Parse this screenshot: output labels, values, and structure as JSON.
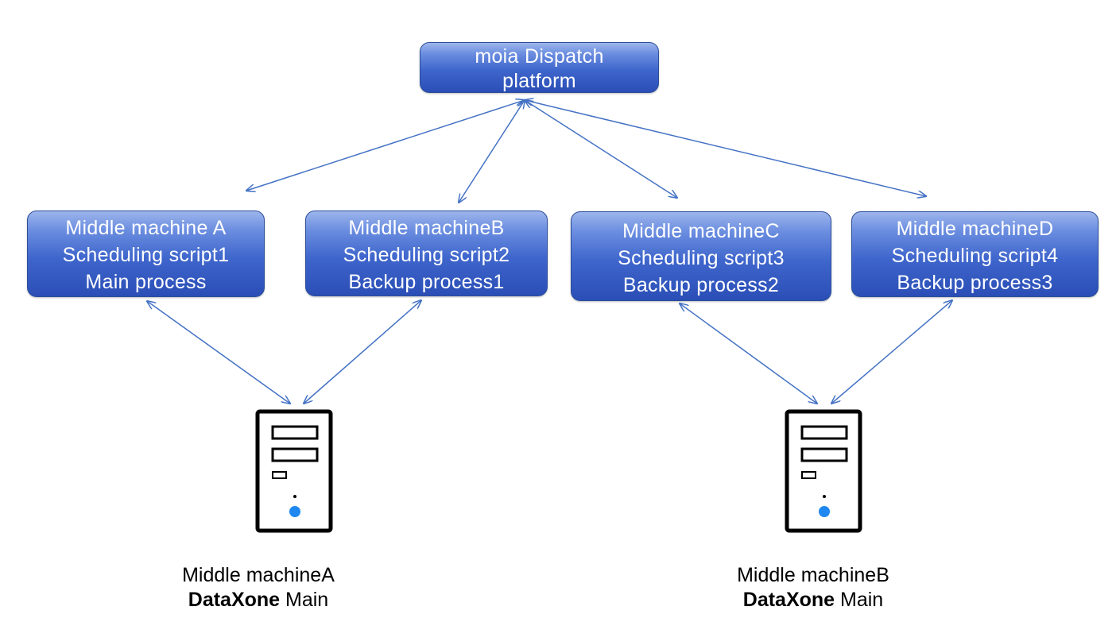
{
  "dispatch": {
    "line1": "moia Dispatch",
    "line2": "platform"
  },
  "machines": [
    {
      "line1": "Middle machine A",
      "line2": "Scheduling script1",
      "line3": "Main process"
    },
    {
      "line1": "Middle machineB",
      "line2": "Scheduling script2",
      "line3": "Backup process1"
    },
    {
      "line1": "Middle machineC",
      "line2": "Scheduling script3",
      "line3": "Backup process2"
    },
    {
      "line1": "Middle machineD",
      "line2": "Scheduling script4",
      "line3": "Backup process3"
    }
  ],
  "servers": [
    {
      "line1": "Middle machineA",
      "line2_bold": "DataXone",
      "line2_rest": " Main"
    },
    {
      "line1": "Middle machineB",
      "line2_bold": "DataXone",
      "line2_rest": " Main"
    }
  ],
  "colors": {
    "arrow": "#4472c4",
    "node_fill": "#3f66cc",
    "server_outline": "#000000",
    "server_led": "#1e88f0"
  },
  "icons": {
    "server": "server-tower-icon"
  }
}
